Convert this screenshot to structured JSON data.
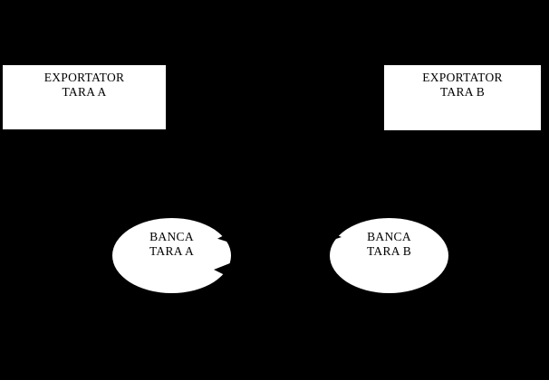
{
  "canvas": {
    "background_color": "#000000",
    "node_fill_color": "#ffffff",
    "text_color": "#000000"
  },
  "nodes": {
    "exportator_a": {
      "shape": "rectangle",
      "line1": "EXPORTATOR",
      "line2": "TARA A"
    },
    "exportator_b": {
      "shape": "rectangle",
      "line1": "EXPORTATOR",
      "line2": "TARA B"
    },
    "banca_a": {
      "shape": "ellipse",
      "line1": "BANCA",
      "line2": "TARA A"
    },
    "banca_b": {
      "shape": "ellipse",
      "line1": "BANCA",
      "line2": "TARA B"
    }
  },
  "connectors": {
    "note": "black arrowhead notches visible on ellipse edges",
    "banca_a_right_upper": "arrowhead pointing left into BANCA TARA A",
    "banca_a_right_lower": "arrowhead pointing left into BANCA TARA A",
    "banca_b_left": "arrowhead pointing right into BANCA TARA B"
  }
}
